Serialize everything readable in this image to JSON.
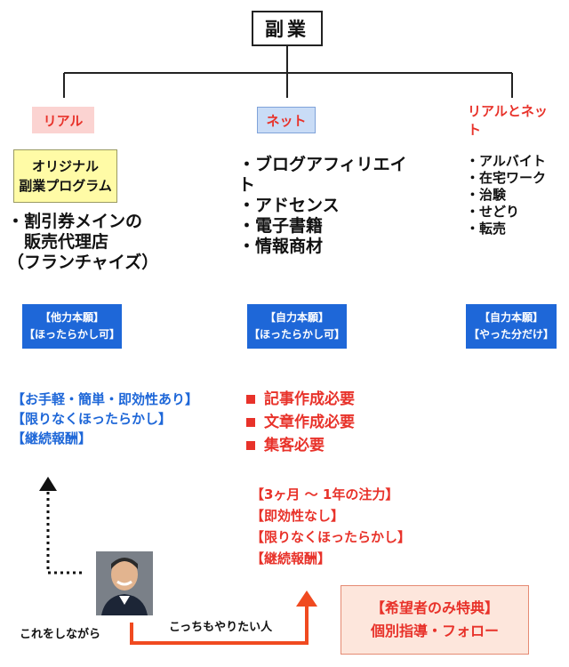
{
  "root": {
    "label": "副業"
  },
  "categories": {
    "real": "リアル",
    "net": "ネット",
    "both": "リアルとネット"
  },
  "real": {
    "program_line1": "オリジナル",
    "program_line2": "副業プログラム",
    "items": [
      "・割引券メインの",
      "　販売代理店",
      "（フランチャイズ）"
    ],
    "badge": [
      "【他力本願】",
      "【ほったらかし可】"
    ],
    "features": [
      "【お手軽・簡単・即効性あり】",
      "【限りなくほったらかし】",
      "【継続報酬】"
    ]
  },
  "net": {
    "items": [
      "・ブログアフィリエイト",
      "・アドセンス",
      "・電子書籍",
      "・情報商材"
    ],
    "badge": [
      "【自力本願】",
      "【ほったらかし可】"
    ],
    "requirements": [
      "記事作成必要",
      "文章作成必要",
      "集客必要"
    ],
    "features": [
      "【3ヶ月 ～ 1年の注力】",
      "【即効性なし】",
      "【限りなくほったらかし】",
      "【継続報酬】"
    ]
  },
  "both": {
    "items": [
      "・アルバイト",
      "・在宅ワーク",
      "・治験",
      "・せどり",
      "・転売"
    ],
    "badge": [
      "【自力本願】",
      "【やった分だけ】"
    ]
  },
  "bottom": {
    "left_label": "これをしながら",
    "right_label": "こっちもやりたい人",
    "bonus_line1": "【希望者のみ特典】",
    "bonus_line2": "個別指導・フォロー"
  },
  "colors": {
    "red": "#e8322a",
    "blue": "#1e67d8",
    "yellow": "#fffba6",
    "pink": "#fbd3d1"
  }
}
